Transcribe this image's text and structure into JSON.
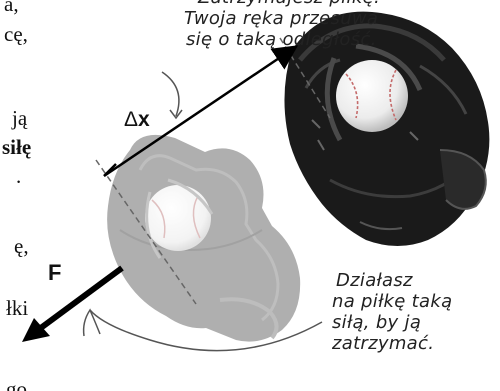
{
  "left_column": {
    "fragments": [
      "a,",
      "cę,",
      "ją",
      "siłę",
      ".",
      "ę,",
      "łki",
      "go"
    ]
  },
  "annotation_top": {
    "lines": [
      "Zatrzymujesz piłkę.",
      "Twoja ręka przesuwa",
      "się o taką odległość."
    ]
  },
  "annotation_bottom": {
    "lines": [
      "Działasz",
      "na piłkę taką",
      "siłą, by ją",
      "zatrzymać."
    ]
  },
  "labels": {
    "delta": "Δ",
    "x": "x",
    "force": "F"
  }
}
